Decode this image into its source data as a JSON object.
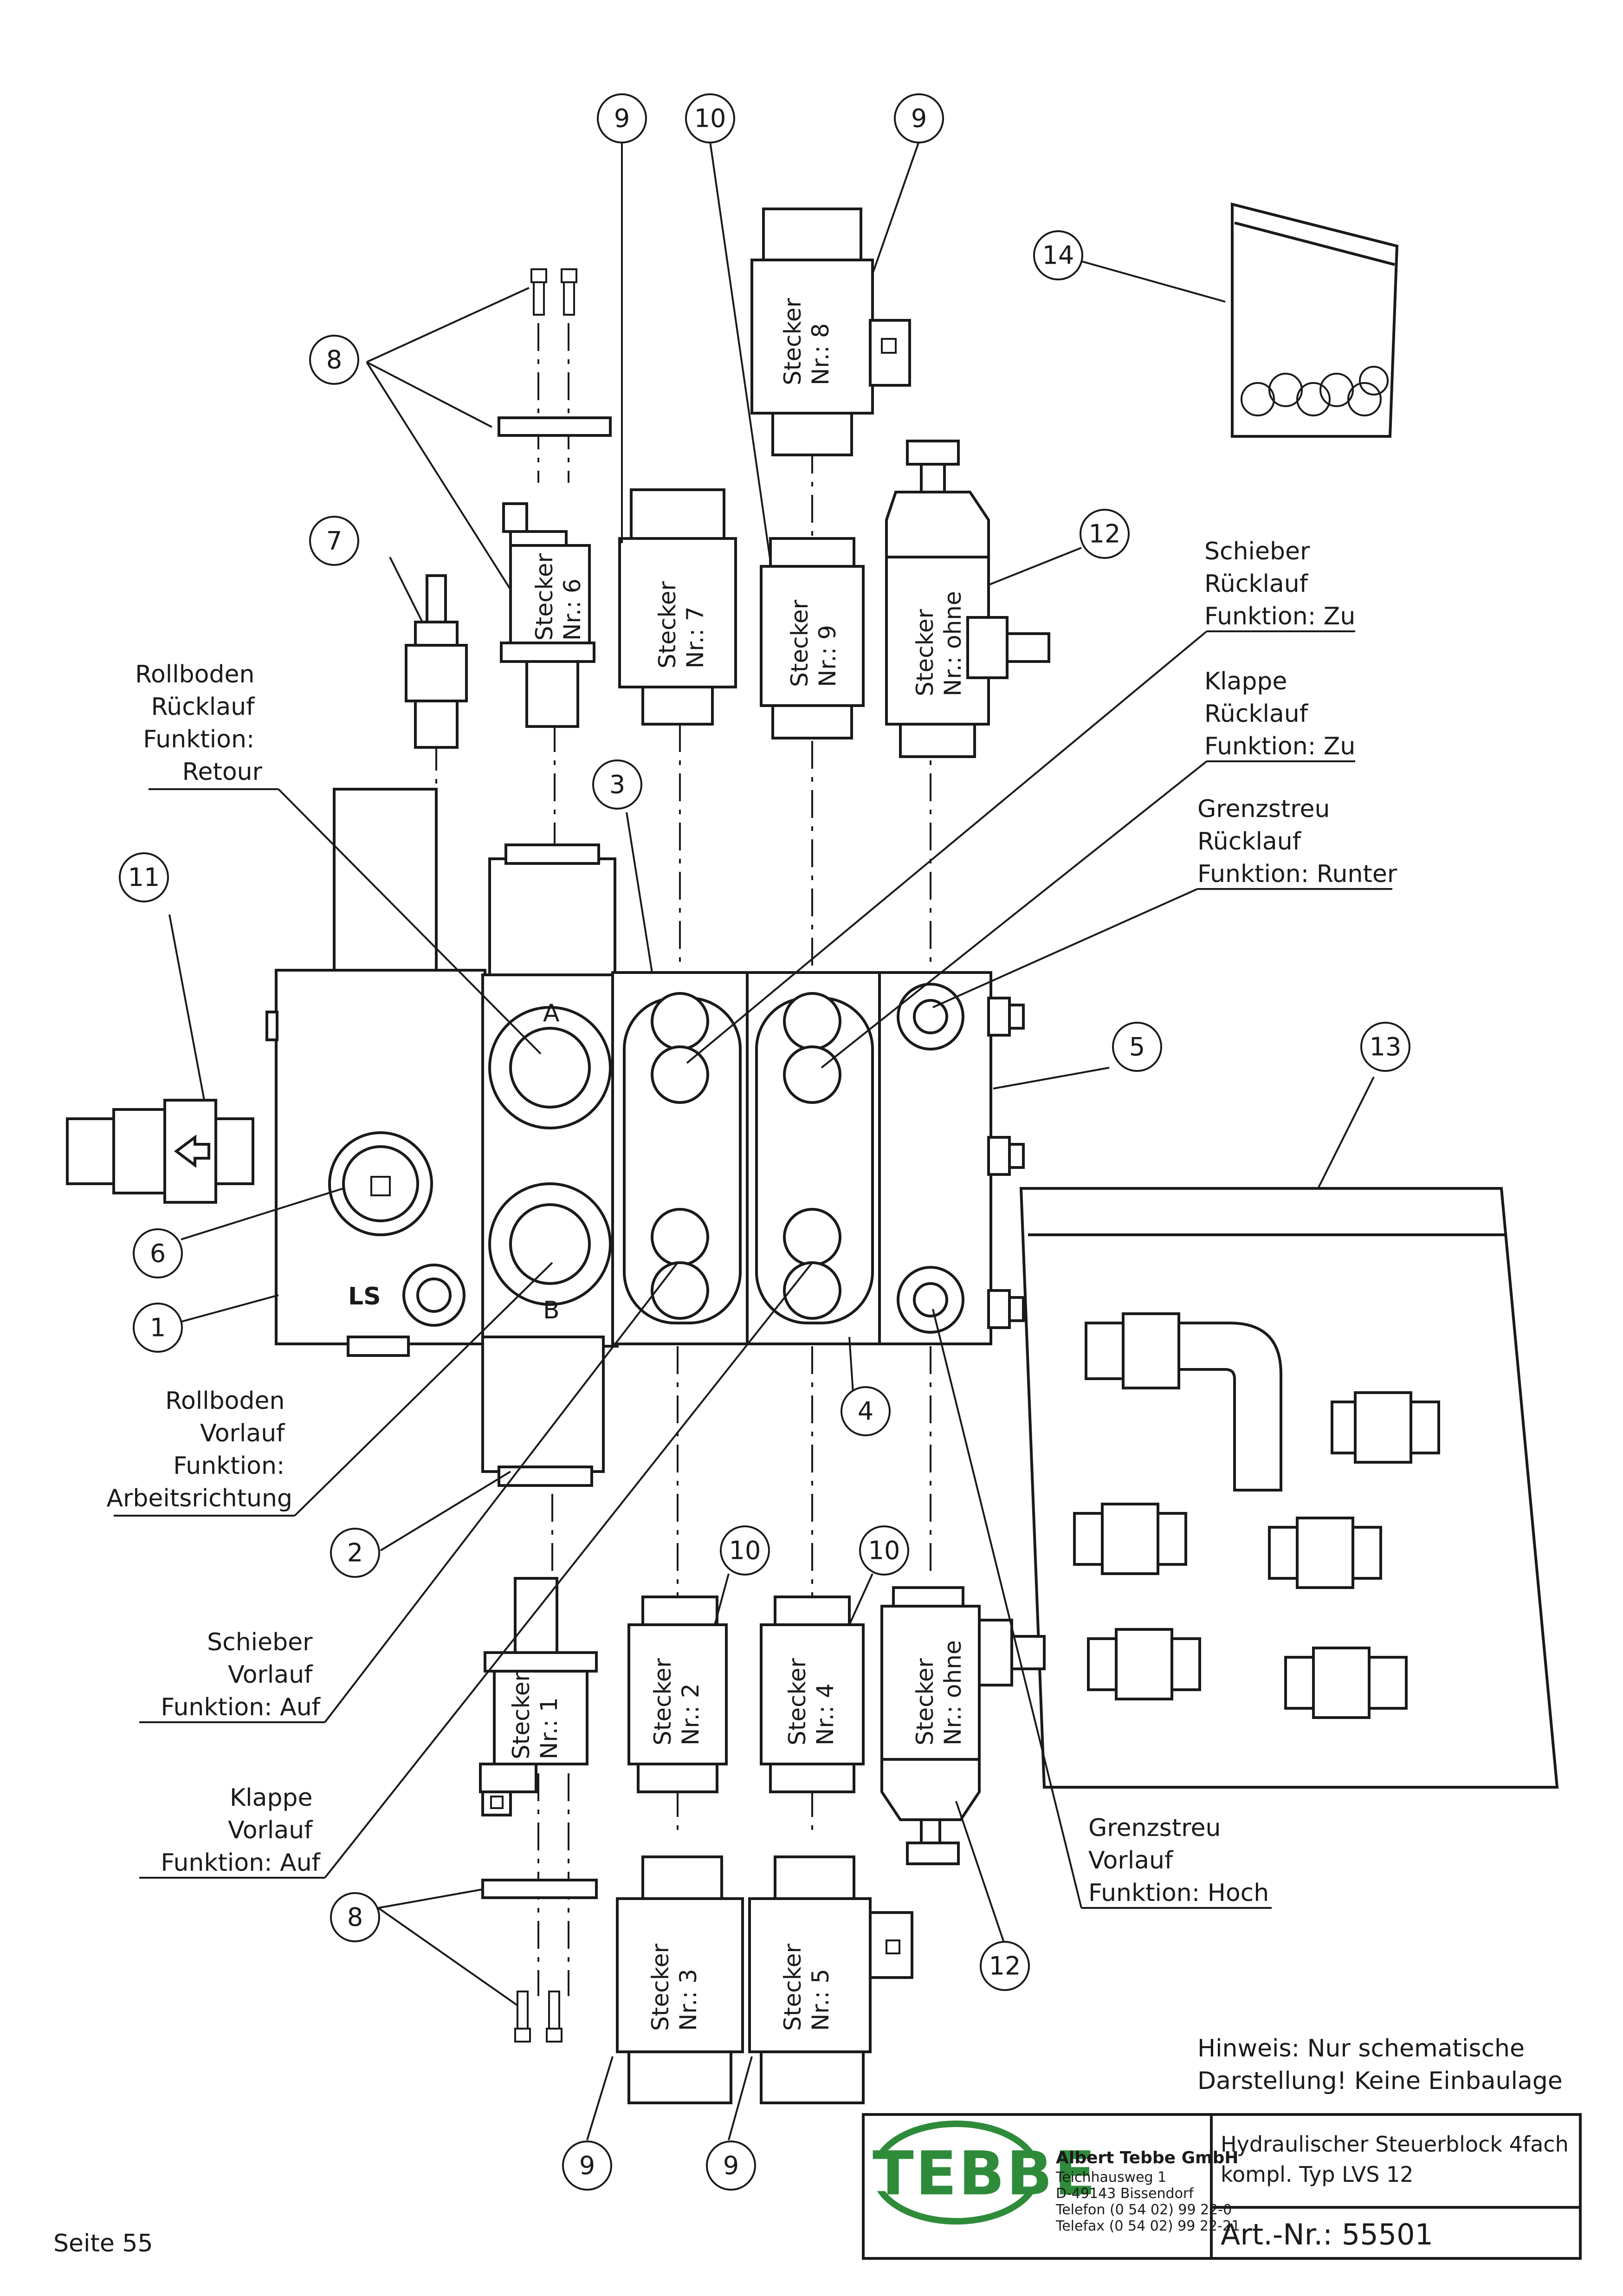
{
  "callouts": [
    "9",
    "10",
    "9",
    "14",
    "8",
    "7",
    "12",
    "3",
    "11",
    "5",
    "13",
    "6",
    "1",
    "4",
    "2",
    "10",
    "10",
    "8",
    "12",
    "9",
    "9"
  ],
  "valves": {
    "top": [
      "Stecker\nNr.: 6",
      "Stecker\nNr.: 7",
      "Stecker\nNr.: 9",
      "Stecker\nNr.: ohne",
      "Stecker\nNr.: 8"
    ],
    "bottom": [
      "Stecker\nNr.: 1",
      "Stecker\nNr.: 2",
      "Stecker\nNr.: 4",
      "Stecker\nNr.: ohne",
      "Stecker\nNr.: 3",
      "Stecker\nNr.: 5"
    ]
  },
  "block_marks": {
    "ls": "LS",
    "a": "A",
    "b": "B"
  },
  "labels": {
    "rollboden_ruecklauf": [
      "Rollboden",
      "Rücklauf",
      "Funktion:",
      "Retour"
    ],
    "schieber_ruecklauf": [
      "Schieber",
      "Rücklauf",
      "Funktion: Zu"
    ],
    "klappe_ruecklauf": [
      "Klappe",
      "Rücklauf",
      "Funktion: Zu"
    ],
    "grenzstreu_ruecklauf": [
      "Grenzstreu",
      "Rücklauf",
      "Funktion: Runter"
    ],
    "rollboden_vorlauf": [
      "Rollboden",
      "Vorlauf",
      "Funktion:",
      "Arbeitsrichtung"
    ],
    "schieber_vorlauf": [
      "Schieber",
      "Vorlauf",
      "Funktion: Auf"
    ],
    "klappe_vorlauf": [
      "Klappe",
      "Vorlauf",
      "Funktion: Auf"
    ],
    "grenzstreu_vorlauf": [
      "Grenzstreu",
      "Vorlauf",
      "Funktion: Hoch"
    ]
  },
  "note": [
    "Hinweis: Nur schematische",
    "Darstellung! Keine Einbaulage"
  ],
  "title_block": {
    "logo": "TEBBE",
    "company": "Albert Tebbe GmbH",
    "address": [
      "Teichhausweg 1",
      "D-49143 Bissendorf",
      "Telefon (0 54 02) 99 22-0",
      "Telefax (0 54 02) 99 22-21"
    ],
    "title": [
      "Hydraulischer Steuerblock 4fach",
      "kompl. Typ LVS 12"
    ],
    "art_nr": "Art.-Nr.: 55501"
  },
  "page": "Seite 55"
}
